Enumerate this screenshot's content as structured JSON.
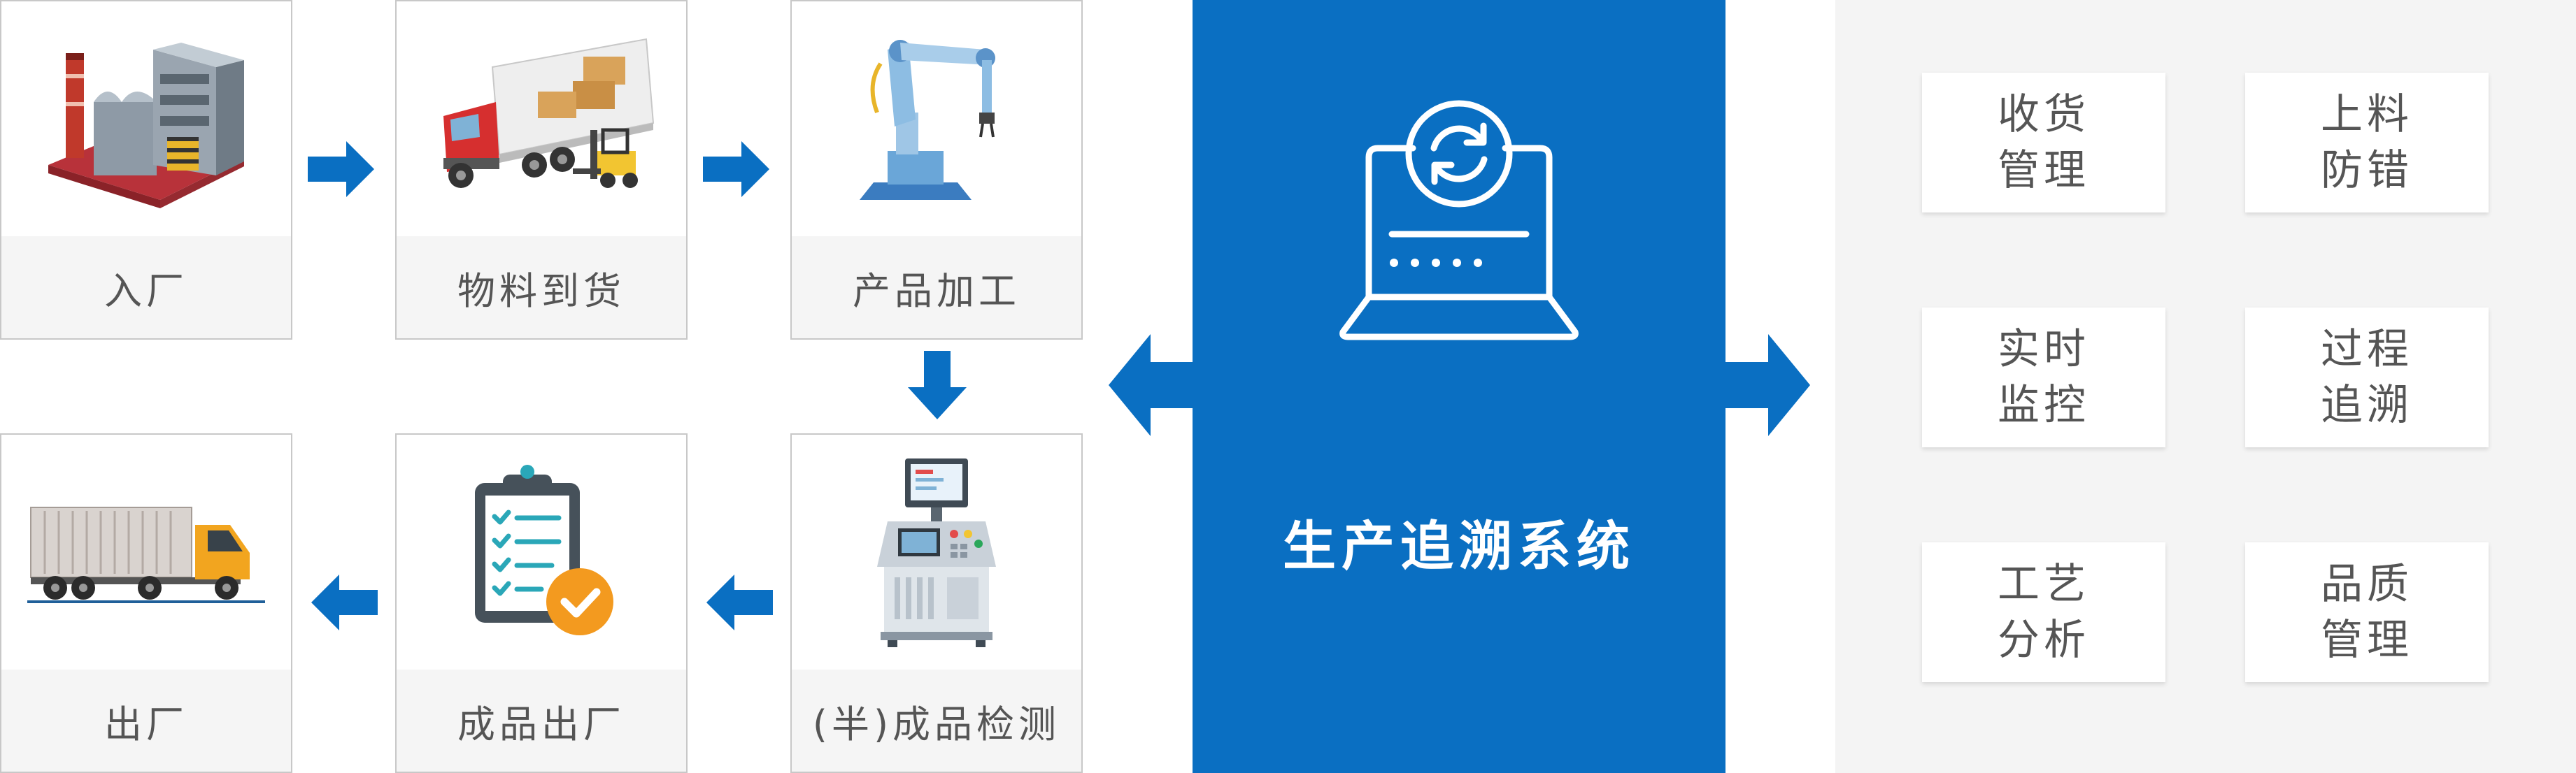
{
  "colors": {
    "accent": "#0a6fc2",
    "box_border": "#c8c8c8",
    "caption_bg": "#f5f5f5",
    "text": "#555555"
  },
  "flow": {
    "enter": {
      "label": "入厂",
      "icon": "factory-icon"
    },
    "arrival": {
      "label": "物料到货",
      "icon": "truck-forklift-icon"
    },
    "processing": {
      "label": "产品加工",
      "icon": "robot-arm-icon"
    },
    "inspection": {
      "label": "(半)成品检测",
      "icon": "control-console-icon"
    },
    "finished": {
      "label": "成品出厂",
      "icon": "checklist-clipboard-icon"
    },
    "exit": {
      "label": "出厂",
      "icon": "container-truck-icon"
    }
  },
  "system": {
    "title": "生产追溯系统",
    "icon": "laptop-sync-icon"
  },
  "functions": [
    {
      "line1": "收货",
      "line2": "管理"
    },
    {
      "line1": "上料",
      "line2": "防错"
    },
    {
      "line1": "实时",
      "line2": "监控"
    },
    {
      "line1": "过程",
      "line2": "追溯"
    },
    {
      "line1": "工艺",
      "line2": "分析"
    },
    {
      "line1": "品质",
      "line2": "管理"
    }
  ]
}
